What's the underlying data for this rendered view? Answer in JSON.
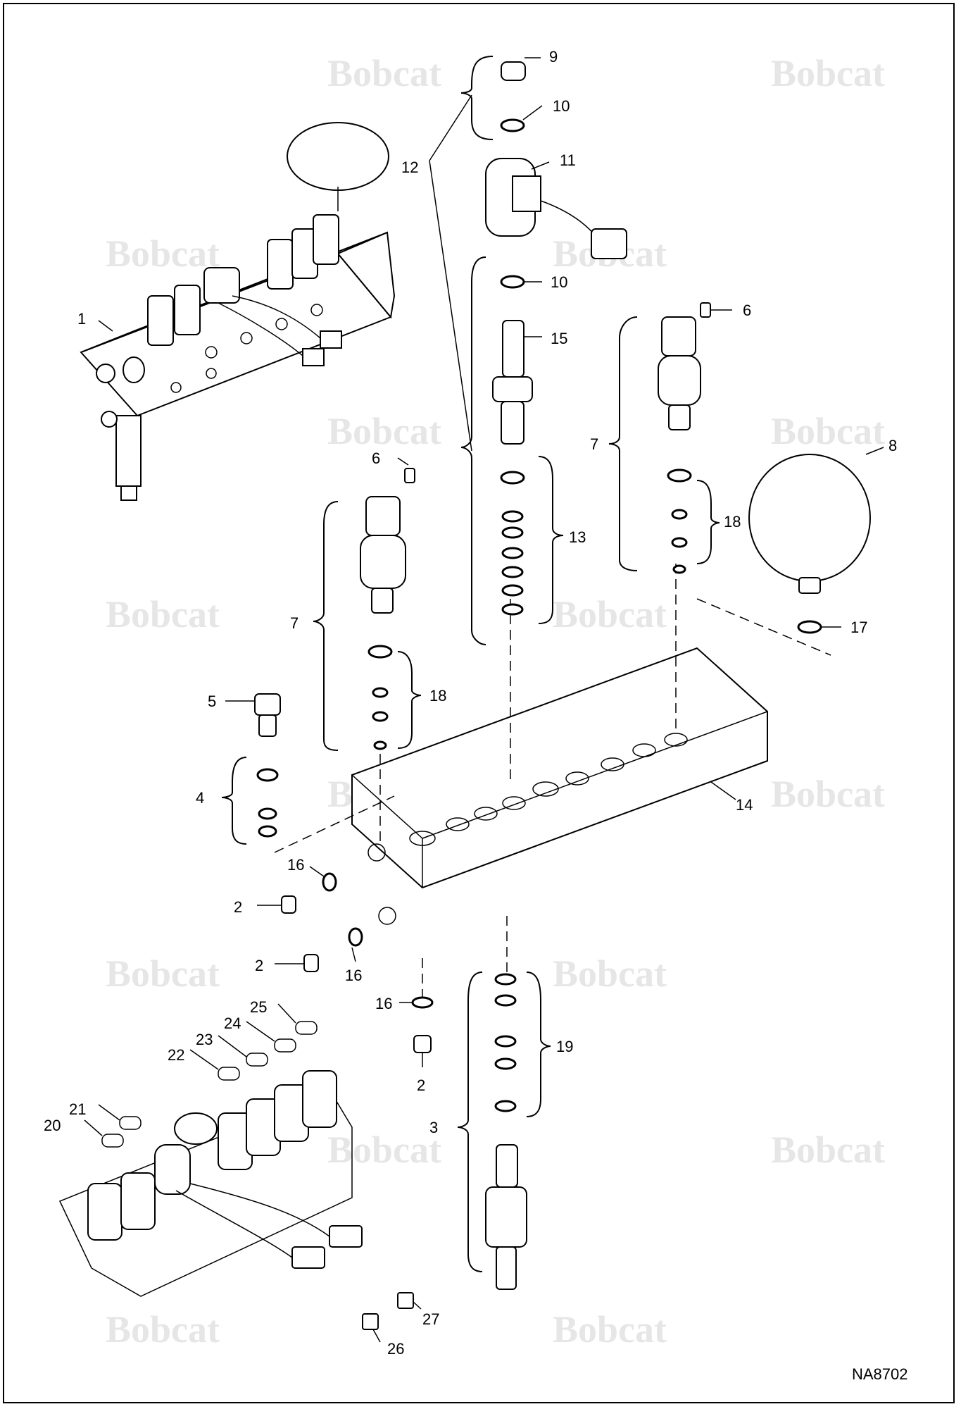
{
  "diagram": {
    "brand_watermark": "Bobcat",
    "figure_code": "NA8702",
    "callouts": {
      "c1": "1",
      "c2a": "2",
      "c2b": "2",
      "c2c": "2",
      "c3": "3",
      "c4": "4",
      "c5": "5",
      "c6a": "6",
      "c6b": "6",
      "c7a": "7",
      "c7b": "7",
      "c8": "8",
      "c9": "9",
      "c10a": "10",
      "c10b": "10",
      "c11": "11",
      "c12": "12",
      "c13": "13",
      "c14": "14",
      "c15": "15",
      "c16a": "16",
      "c16b": "16",
      "c16c": "16",
      "c17": "17",
      "c18a": "18",
      "c18b": "18",
      "c19": "19",
      "c20": "20",
      "c21": "21",
      "c22": "22",
      "c23": "23",
      "c24": "24",
      "c25": "25",
      "c26": "26",
      "c27": "27"
    }
  }
}
